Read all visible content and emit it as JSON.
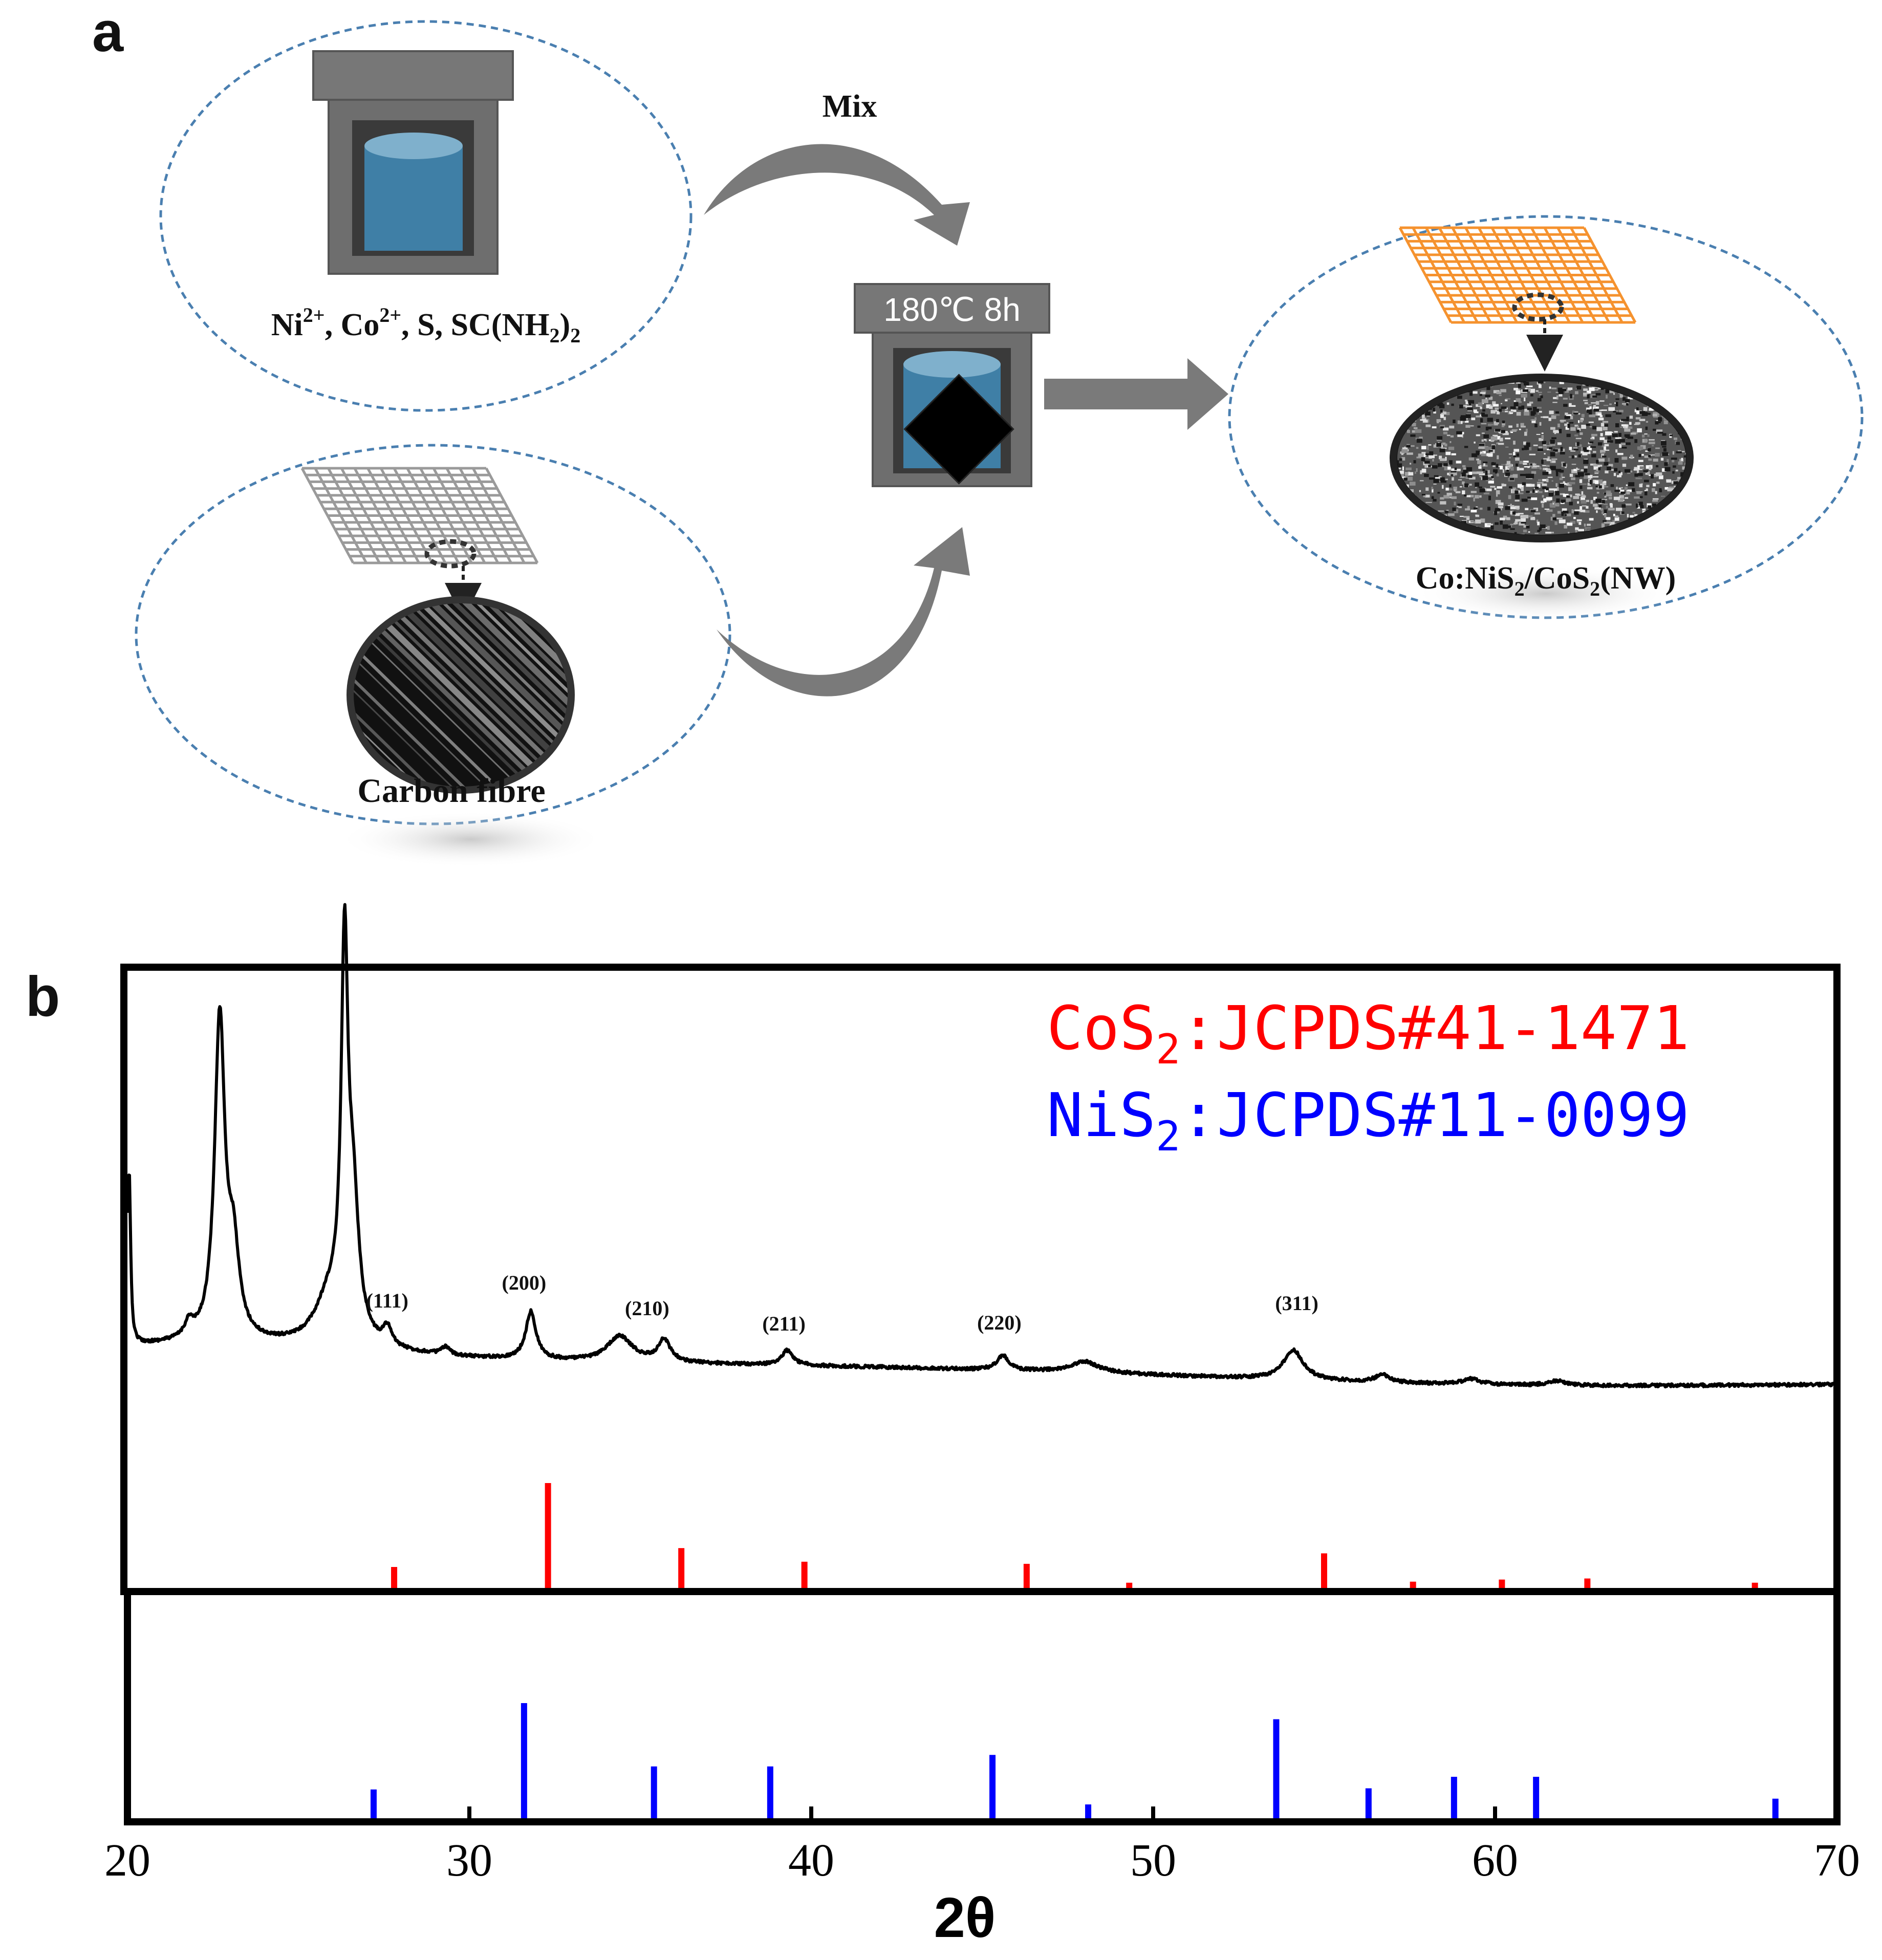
{
  "panel_a": {
    "letter": "a",
    "precursors": {
      "ions": [
        {
          "base": "Ni",
          "sup": "2+"
        },
        {
          "base": "Co",
          "sup": "2+"
        },
        {
          "base": "S"
        },
        {
          "base": "SC(NH",
          "sub": "2",
          "tail": ")",
          "sub2": "2"
        }
      ]
    },
    "mix_label": "Mix",
    "reaction_label": "180℃ 8h",
    "substrate_label": "Carbon fibre",
    "product_label": {
      "p1": "Co:NiS",
      "s1": "2",
      "p2": "/CoS",
      "s2": "2",
      "p3": "(NW)"
    },
    "colors": {
      "mesh_grey": "#9a9a9a",
      "mesh_orange": "#f5922e",
      "liquid": "#3f7fa6",
      "autoclave": "#6e6e6e",
      "dashed_circle": "#4a7fb0",
      "arrow": "#7a7a7a"
    }
  },
  "panel_b": {
    "letter": "b",
    "legend": [
      {
        "compound": "CoS",
        "sub": "2",
        "ref": ":JCPDS#41-1471",
        "color": "#ff0000"
      },
      {
        "compound": "NiS",
        "sub": "2",
        "ref": ":JCPDS#11-0099",
        "color": "#0000ff"
      }
    ],
    "chart_data": {
      "type": "line",
      "xlabel": "2θ",
      "ylabel": "",
      "xlim": [
        20,
        70
      ],
      "x_ticks": [
        20,
        30,
        40,
        50,
        60,
        70
      ],
      "grid": false,
      "peak_labels": [
        {
          "text": "(111)",
          "x": 27.6
        },
        {
          "text": "(200)",
          "x": 31.6
        },
        {
          "text": "(210)",
          "x": 35.2
        },
        {
          "text": "(211)",
          "x": 39.2
        },
        {
          "text": "(220)",
          "x": 45.5
        },
        {
          "text": "(311)",
          "x": 54.2
        }
      ],
      "series": [
        {
          "kind": "pattern",
          "peaks": [
            {
              "x": 20.05,
              "h": 0.48,
              "w": 0.05
            },
            {
              "x": 21.8,
              "h": 0.04,
              "w": 0.15
            },
            {
              "x": 22.7,
              "h": 0.87,
              "w": 0.18
            },
            {
              "x": 23.1,
              "h": 0.22,
              "w": 0.2
            },
            {
              "x": 25.9,
              "h": 0.12,
              "w": 0.5
            },
            {
              "x": 26.35,
              "h": 1.0,
              "w": 0.12
            },
            {
              "x": 26.6,
              "h": 0.35,
              "w": 0.2
            },
            {
              "x": 27.6,
              "h": 0.05,
              "w": 0.15
            },
            {
              "x": 29.3,
              "h": 0.02,
              "w": 0.15
            },
            {
              "x": 31.8,
              "h": 0.13,
              "w": 0.18
            },
            {
              "x": 34.4,
              "h": 0.07,
              "w": 0.45
            },
            {
              "x": 35.7,
              "h": 0.06,
              "w": 0.22
            },
            {
              "x": 39.3,
              "h": 0.04,
              "w": 0.2
            },
            {
              "x": 45.6,
              "h": 0.04,
              "w": 0.2
            },
            {
              "x": 48.0,
              "h": 0.03,
              "w": 0.5
            },
            {
              "x": 54.1,
              "h": 0.08,
              "w": 0.35
            },
            {
              "x": 56.7,
              "h": 0.02,
              "w": 0.25
            },
            {
              "x": 59.3,
              "h": 0.015,
              "w": 0.3
            },
            {
              "x": 61.8,
              "h": 0.012,
              "w": 0.3
            }
          ]
        },
        {
          "name": "CoS2",
          "kind": "sticks",
          "color": "#ff0000",
          "x": [
            27.8,
            32.3,
            36.2,
            39.8,
            46.3,
            49.3,
            55.0,
            57.6,
            60.2,
            62.7,
            67.6
          ],
          "values": [
            0.2,
            1.0,
            0.38,
            0.25,
            0.23,
            0.05,
            0.33,
            0.06,
            0.08,
            0.09,
            0.05
          ]
        },
        {
          "name": "NiS2",
          "kind": "sticks",
          "color": "#0000ff",
          "x": [
            27.2,
            31.6,
            35.4,
            38.8,
            45.3,
            48.1,
            53.6,
            56.3,
            58.8,
            61.2,
            68.2
          ],
          "values": [
            0.25,
            1.0,
            0.45,
            0.45,
            0.55,
            0.12,
            0.86,
            0.26,
            0.36,
            0.36,
            0.17
          ]
        }
      ]
    }
  }
}
